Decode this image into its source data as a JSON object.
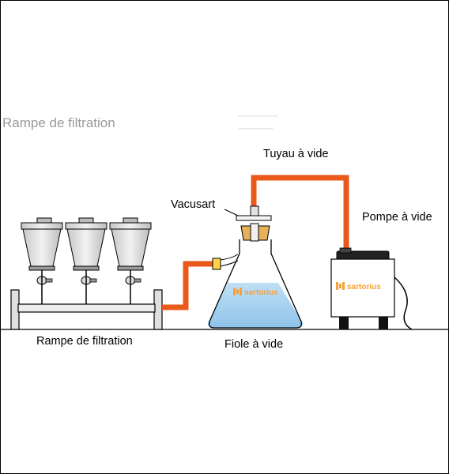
{
  "diagram": {
    "faded_title": "Rampe de filtration",
    "labels": {
      "manifold": "Rampe de filtration",
      "flask": "Fiole à vide",
      "tubing": "Tuyau à vide",
      "vacusart": "Vacusart",
      "pump": "Pompe à vide"
    },
    "brand": {
      "flask_logo": "sartorius",
      "pump_logo": "sartorius"
    },
    "colors": {
      "tubing": "#e8591a",
      "liquid": "#a9d2f0",
      "funnel_fill": "#d8d8d8",
      "outline": "#000000",
      "brand": "#f6a13a"
    }
  }
}
